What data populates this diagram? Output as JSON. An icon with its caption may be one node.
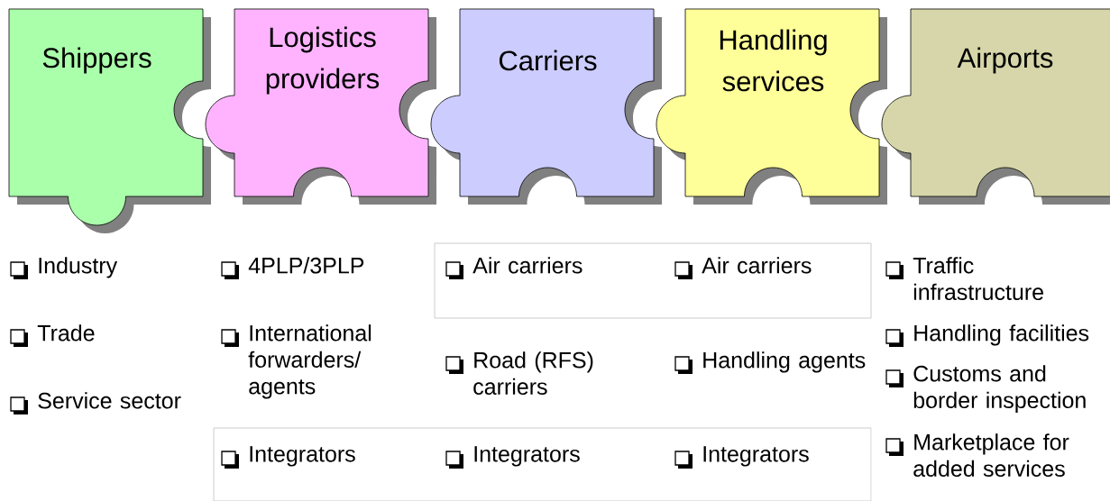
{
  "diagram": {
    "nodes": [
      {
        "text": [
          "Shippers"
        ]
      },
      {
        "text": [
          "Logistics providers"
        ]
      },
      {
        "text": [
          "Carriers"
        ]
      },
      {
        "text": [
          "Handling services"
        ]
      },
      {
        "text": [
          "Airports"
        ]
      },
      {
        "text": [
          "Air carriers",
          "Air carriers"
        ]
      },
      {
        "text": [
          "Integrators",
          "Integrators",
          "Integrators"
        ]
      }
    ],
    "labels": [
      "Industry",
      "Trade",
      "Service sector",
      "4PLP/3PLP",
      "International forwarders/ agents",
      "Road (RFS) carriers",
      "Handling agents",
      "Traffic infrastructure",
      "Handling facilities",
      "Customs and border inspection",
      "Marketplace for added services"
    ]
  }
}
